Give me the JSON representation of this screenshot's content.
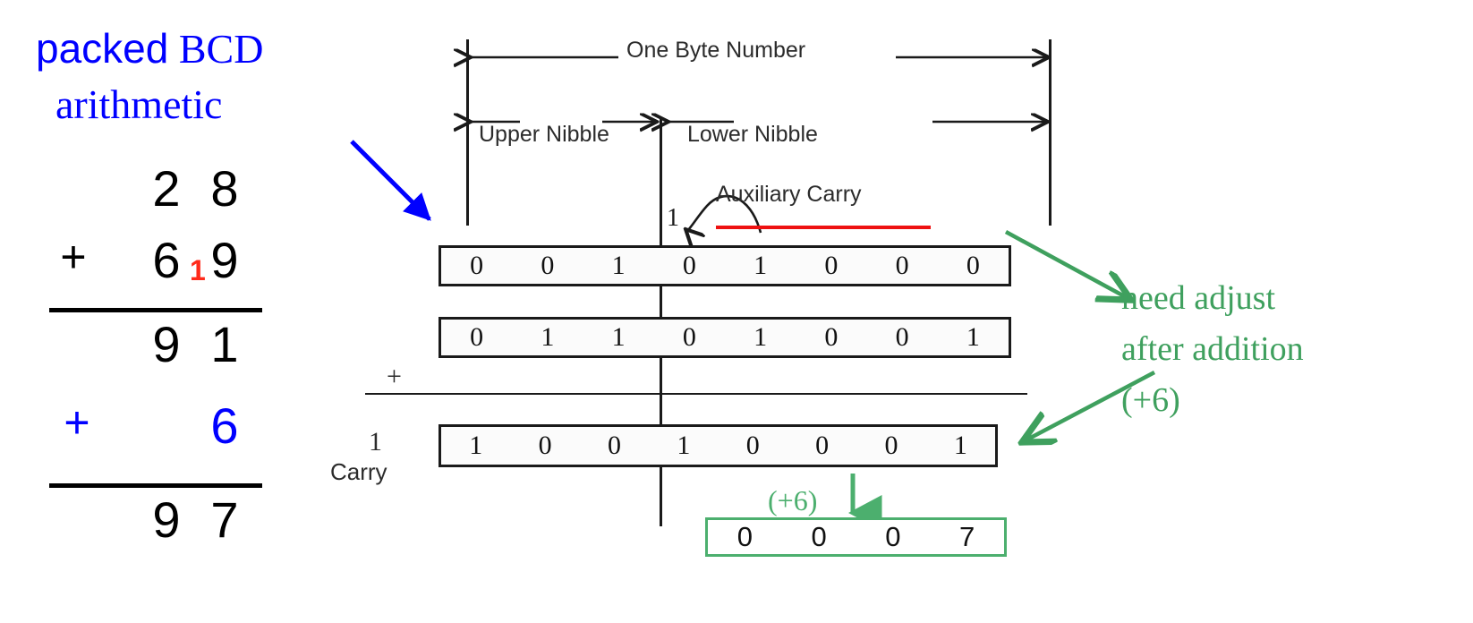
{
  "title": {
    "line1_word1": "packed",
    "line1_word2": "BCD",
    "line2": "arithmetic",
    "color": "#0000ff"
  },
  "decimal_work": {
    "row1": {
      "tens": "2",
      "ones": "8"
    },
    "row2": {
      "op": "+",
      "tens": "6",
      "ones": "9",
      "carry": "1",
      "carry_color": "#ff2a1a"
    },
    "row3": {
      "tens": "9",
      "ones": "1"
    },
    "row4": {
      "op": "+",
      "ones": "6",
      "color": "#0000ff"
    },
    "row5": {
      "tens": "9",
      "ones": "7"
    }
  },
  "diagram": {
    "labels": {
      "byte": "One Byte Number",
      "upper_nibble": "Upper Nibble",
      "lower_nibble": "Lower Nibble",
      "auxiliary_carry": "Auxiliary Carry",
      "aux_carry_underline_color": "#ee1111",
      "aux_carry_bit": "1",
      "plus": "+",
      "carry_bit": "1",
      "carry_word": "Carry",
      "adjust_note": "(+6)"
    },
    "rows": [
      {
        "name": "operand-1",
        "upper": [
          "0",
          "0",
          "1",
          "0"
        ],
        "lower": [
          "1",
          "0",
          "0",
          "0"
        ]
      },
      {
        "name": "operand-2",
        "upper": [
          "0",
          "1",
          "1",
          "0"
        ],
        "lower": [
          "1",
          "0",
          "0",
          "1"
        ]
      },
      {
        "name": "sum",
        "upper": [
          "1",
          "0",
          "0",
          "1"
        ],
        "lower": [
          "0",
          "0",
          "0",
          "1"
        ]
      }
    ],
    "adjusted": {
      "name": "adjusted-lower-nibble",
      "digits": [
        "0",
        "0",
        "0",
        "7"
      ],
      "color": "#4caf6e"
    }
  },
  "annotation": {
    "line1": "need adjust",
    "line2": "after addition",
    "line3": "(+6)",
    "color": "#3fa05e"
  }
}
